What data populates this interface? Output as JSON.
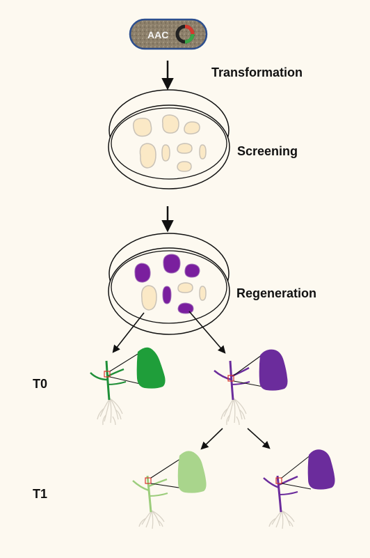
{
  "plasmid": {
    "label": "AAC"
  },
  "steps": {
    "transformation": "Transformation",
    "screening": "Screening",
    "regeneration": "Regeneration"
  },
  "generations": {
    "t0": "T0",
    "t1": "T1"
  },
  "colors": {
    "background": "#fdf9f0",
    "callus_unpigmented": "#fbe9c6",
    "purple": "#7a1f9e",
    "leaf_purple": "#6b2c9c",
    "green": "#1f9e3a",
    "light_green": "#a9d58c",
    "root": "#d9d3c7",
    "highlight_box": "#d7332b"
  }
}
